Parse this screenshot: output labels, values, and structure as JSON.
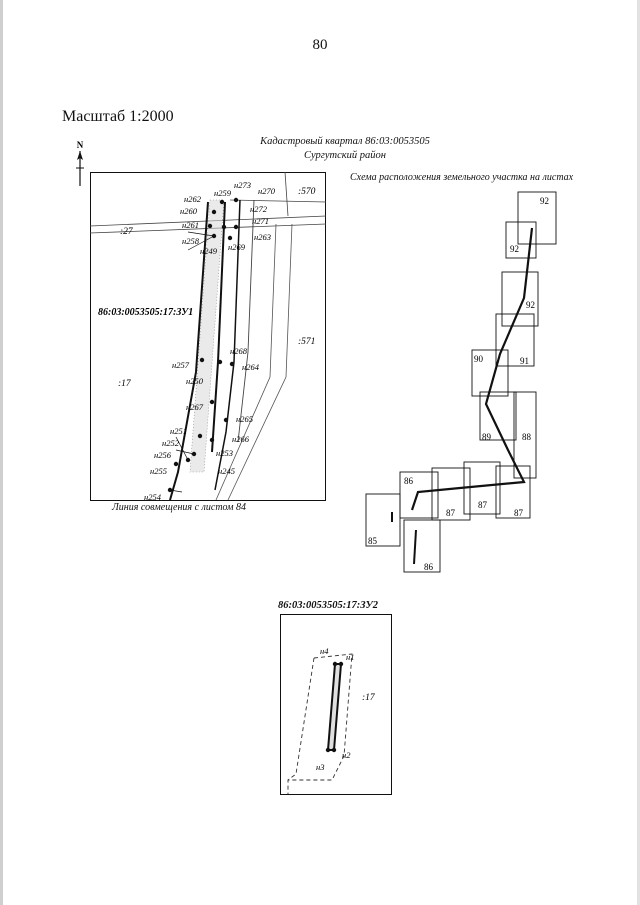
{
  "page_number": "80",
  "scale_label": "Масштаб 1:2000",
  "north_arrow": {
    "letter": "N",
    "icon": "north-arrow-icon"
  },
  "cadastral_quarter": "Кадастровый квартал 86:03:0053505",
  "district": "Сургутский район",
  "scheme_title": "Схема расположения земельного участка на листах",
  "combine_line": "Линия совмещения с листом 84",
  "zu1": {
    "label": "86:03:0053505:17:ЗУ1",
    "parcel_labels": [
      ":570",
      ":27",
      ":571",
      ":17"
    ],
    "points": [
      "н273",
      "н259",
      "н270",
      "н262",
      "н272",
      "н260",
      "н271",
      "н261",
      "н263",
      "н258",
      "н269",
      "н249",
      "н257",
      "н268",
      "н250",
      "н264",
      "н267",
      "н265",
      "н251",
      "н266",
      "н252",
      "н253",
      "н256",
      "н255",
      "н245",
      "н254"
    ]
  },
  "sheets": [
    "92",
    "92",
    "92",
    "90",
    "91",
    "89",
    "88",
    "86",
    "87",
    "87",
    "87",
    "85",
    "86"
  ],
  "zu2": {
    "label": "86:03:0053505:17:ЗУ2",
    "parcel_label": ":17",
    "points": [
      "н4",
      "н1",
      "н3",
      "н2"
    ]
  }
}
